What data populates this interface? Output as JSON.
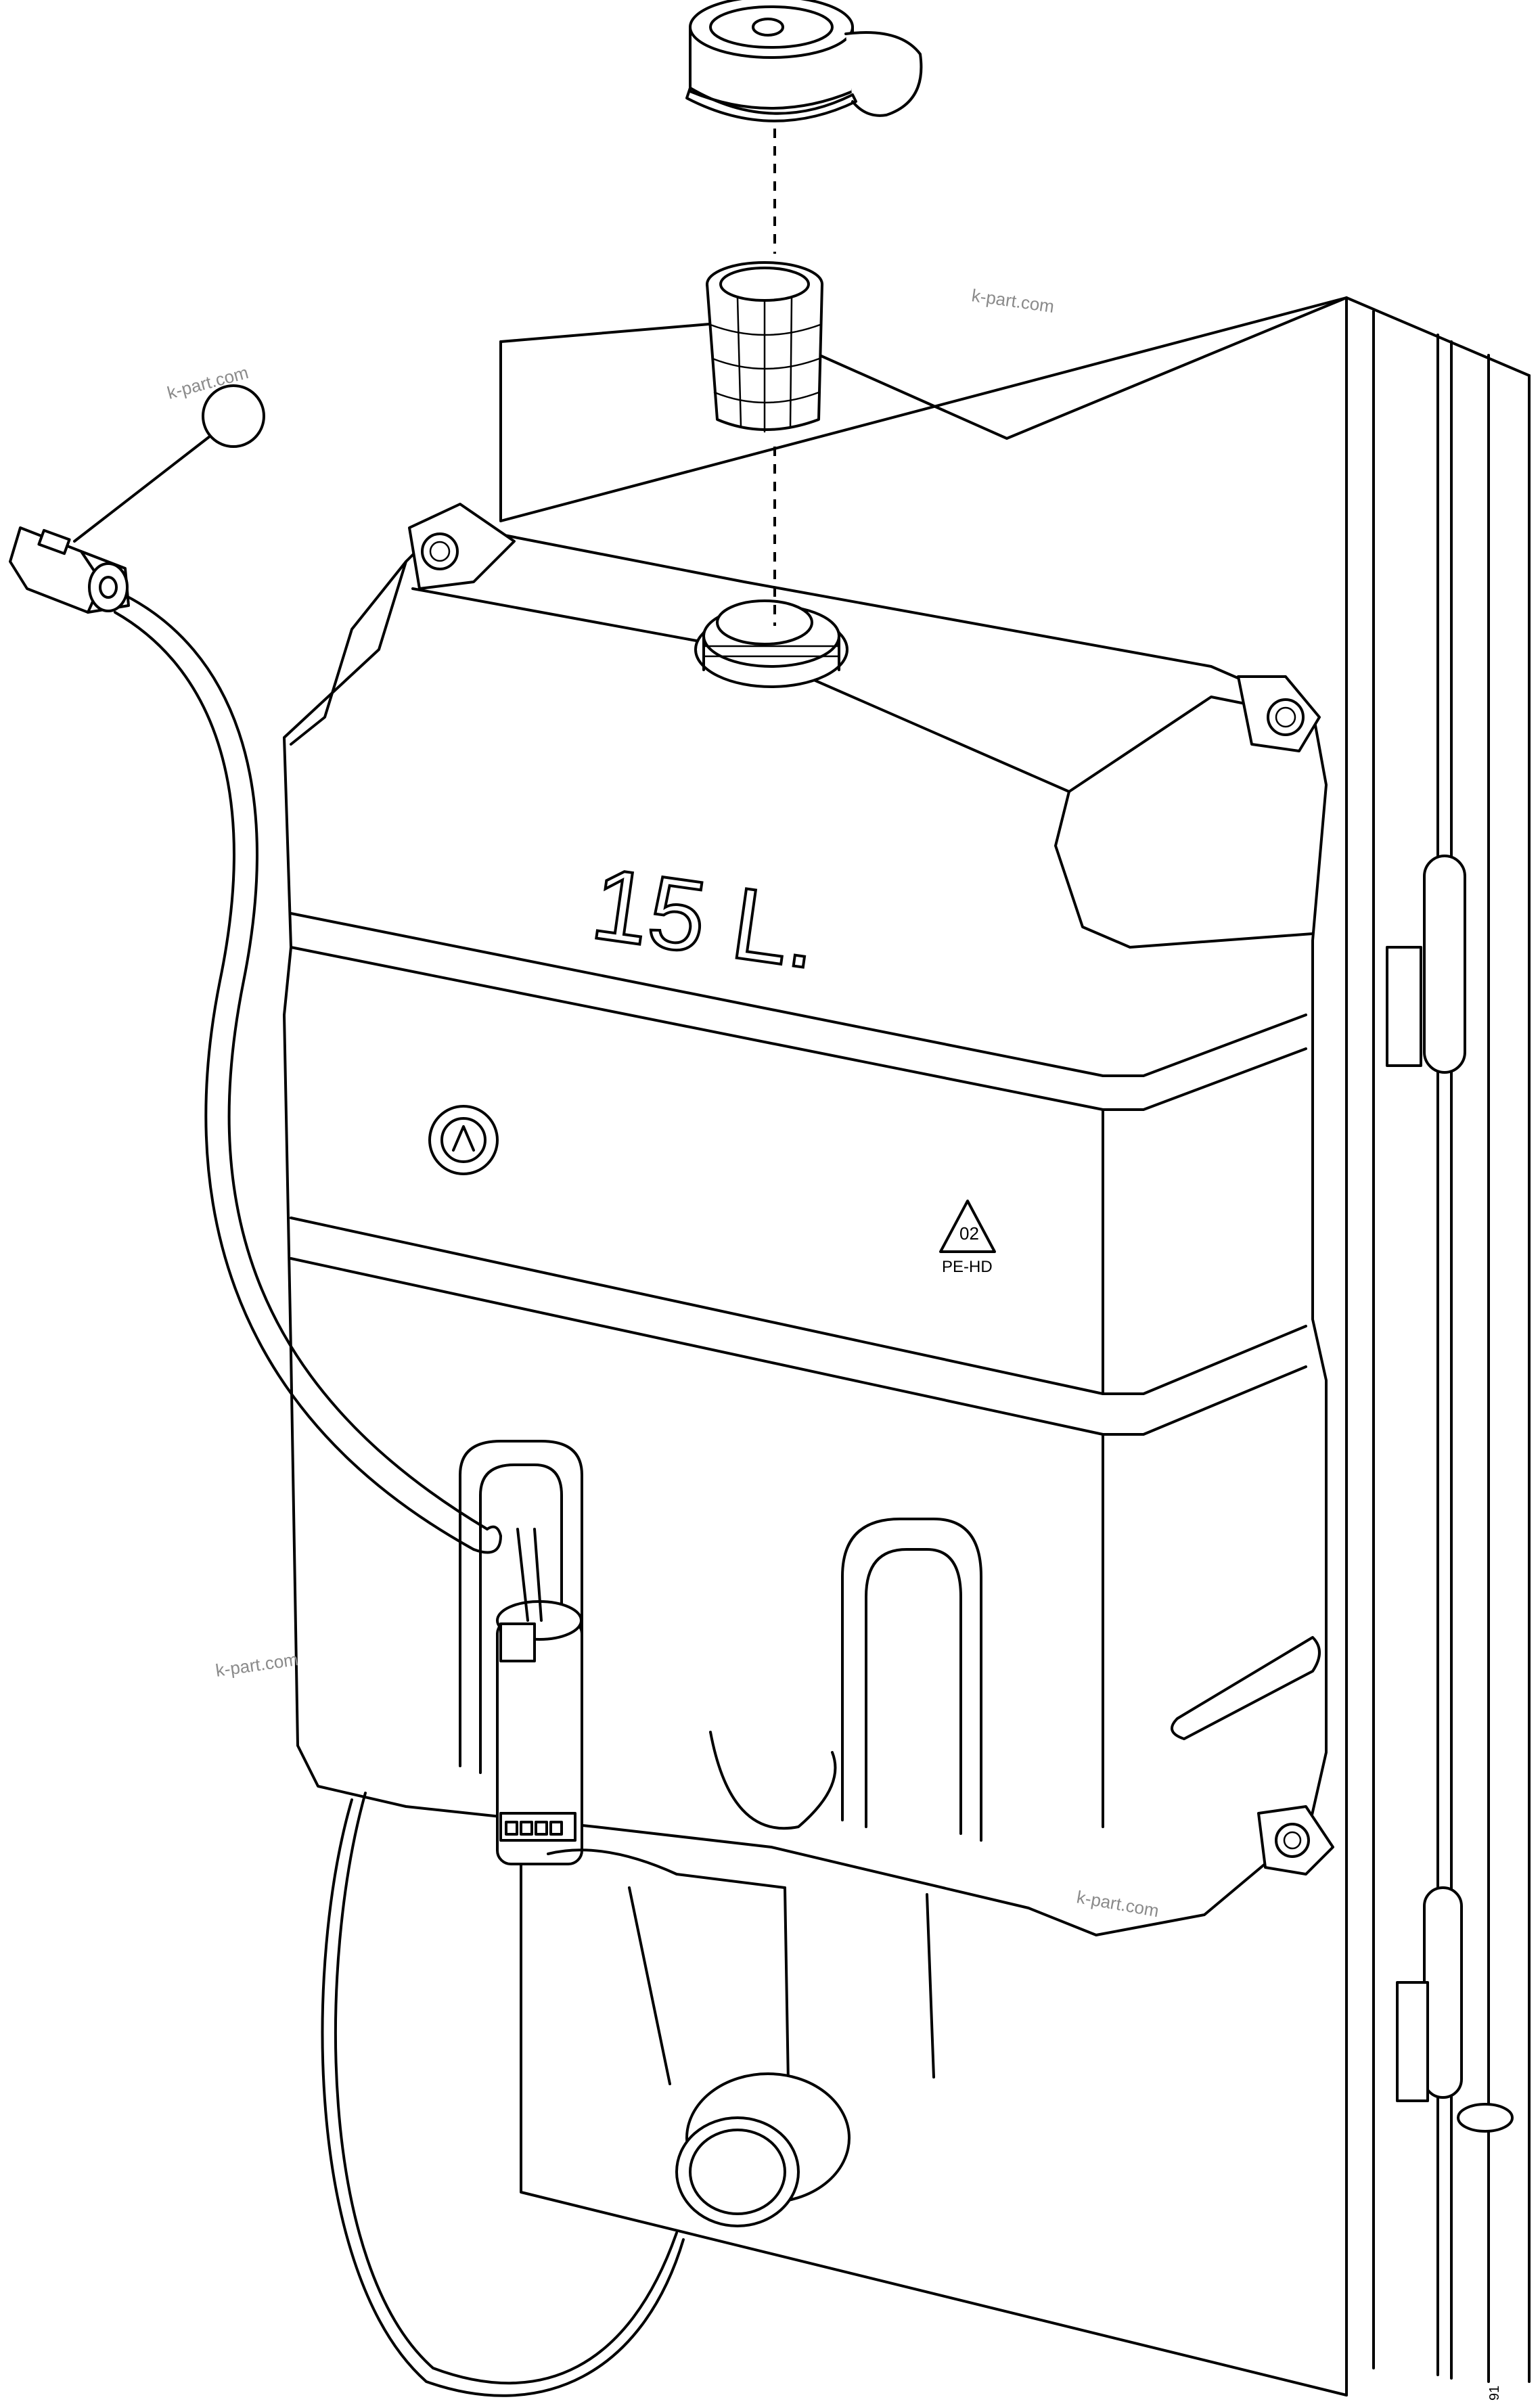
{
  "watermarks": [
    "k-part.com",
    "k-part.com",
    "k-part.com",
    "k-part.com"
  ],
  "tank": {
    "capacity_label": "15 L.",
    "recycle_code": "02",
    "material_label": "PE-HD"
  },
  "figure_number": "91",
  "callout": {
    "label": ""
  }
}
